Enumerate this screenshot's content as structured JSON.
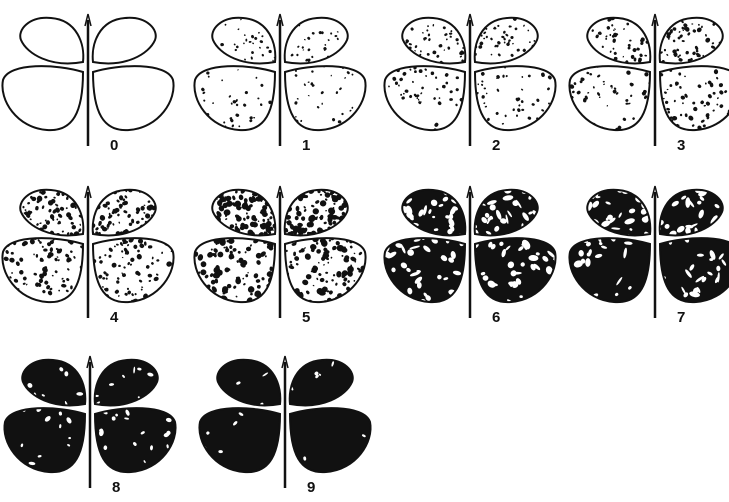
{
  "diagram": {
    "ink_color": "#111111",
    "background_color": "#ffffff",
    "scale": [
      {
        "label": "0",
        "severity": 0.0
      },
      {
        "label": "1",
        "severity": 0.06
      },
      {
        "label": "2",
        "severity": 0.12
      },
      {
        "label": "3",
        "severity": 0.2
      },
      {
        "label": "4",
        "severity": 0.3
      },
      {
        "label": "5",
        "severity": 0.45
      },
      {
        "label": "6",
        "severity": 0.6
      },
      {
        "label": "7",
        "severity": 0.72
      },
      {
        "label": "8",
        "severity": 0.85
      },
      {
        "label": "9",
        "severity": 0.95
      }
    ]
  }
}
